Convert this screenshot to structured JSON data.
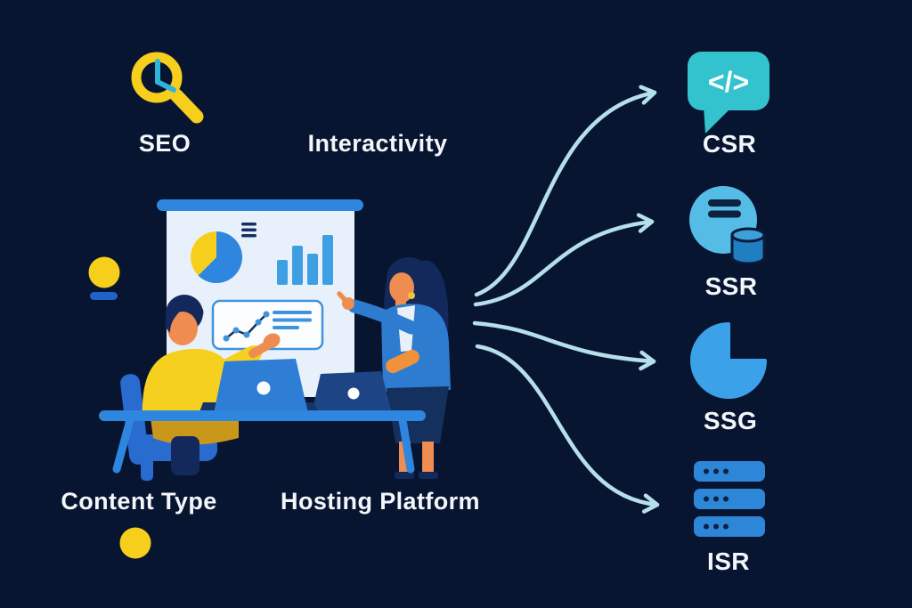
{
  "title_hint": "Rendering strategy decision diagram",
  "factors": [
    {
      "label": "SEO",
      "icon": "magnifier-clock-icon"
    },
    {
      "label": "Interactivity",
      "icon": null
    },
    {
      "label": "Content Type",
      "icon": null
    },
    {
      "label": "Hosting Platform",
      "icon": null
    }
  ],
  "strategies": [
    {
      "label": "CSR",
      "icon": "code-speech-bubble-icon",
      "glyph": "</>"
    },
    {
      "label": "SSR",
      "icon": "chat-bubble-database-icon"
    },
    {
      "label": "SSG",
      "icon": "pie-chart-icon"
    },
    {
      "label": "ISR",
      "icon": "server-stack-icon"
    }
  ],
  "colors": {
    "background": "#081531",
    "text": "#f3f6fa",
    "yellow": "#f6cf1c",
    "bright_blue": "#2e86de",
    "light_blue": "#3f9fe3",
    "teal": "#33c3cf",
    "arrow_blue": "#b5dfea",
    "navy_detail": "#14305f",
    "skin_orange": "#ef8c4f"
  }
}
